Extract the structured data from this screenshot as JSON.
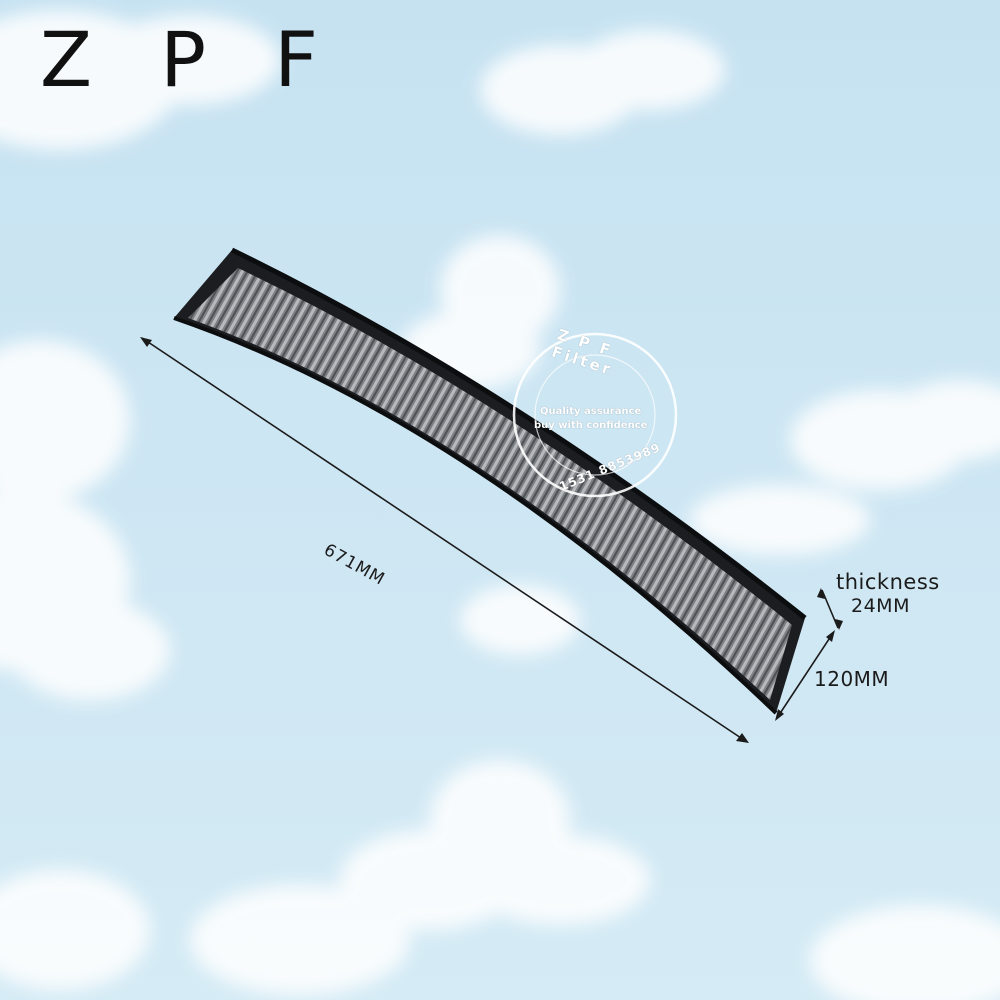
{
  "brand": {
    "text": "Z P F"
  },
  "dimensions": {
    "length": "671MM",
    "thickness_label": "thickness",
    "thickness_value": "24MM",
    "height": "120MM"
  },
  "stamp": {
    "title": "Z P F Filter",
    "line1": "Quality assurance",
    "line2": "buy with confidence",
    "phone": "1531 8853989"
  },
  "colors": {
    "sky": "#cde7f3",
    "filter_frame": "#1a1c1f",
    "filter_media": "#8c8f93",
    "text": "#111111"
  }
}
